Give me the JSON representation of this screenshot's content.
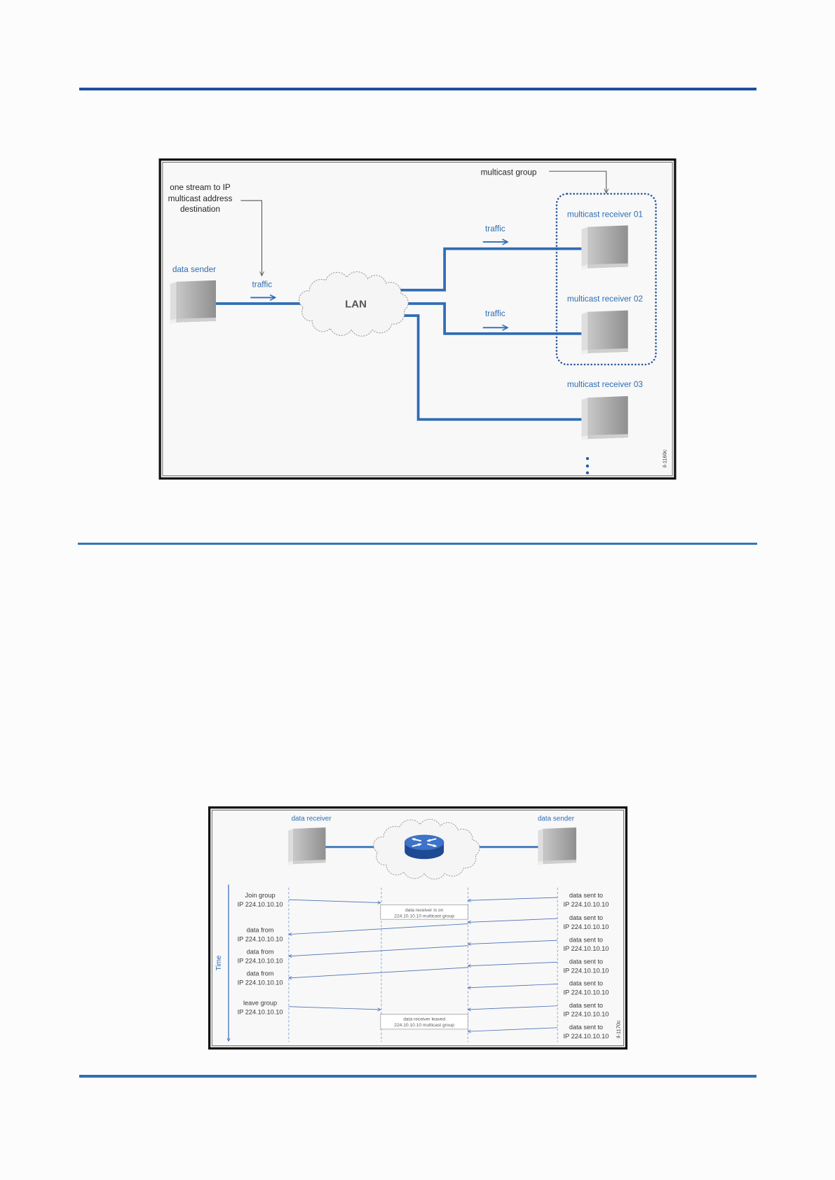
{
  "page": {
    "colors": {
      "rule_dark": "#1e4f9c",
      "rule": "#2f6fb5",
      "accent_text": "#2e6db4",
      "link": "#2f6db6",
      "router": "#3d73c9"
    },
    "icons": {
      "node": "server-icon",
      "network": "cloud-icon",
      "switching_device": "router-icon",
      "time_axis": "arrow-down-icon"
    }
  },
  "figure1": {
    "group_label": "multicast group",
    "stream_note": [
      "one stream to IP",
      "multicast address",
      "destination"
    ],
    "sender_label": "data sender",
    "traffic_labels": [
      "traffic",
      "traffic",
      "traffic"
    ],
    "network_label": "LAN",
    "receivers": [
      "multicast receiver 01",
      "multicast receiver 02",
      "multicast receiver 03"
    ],
    "figure_id": "il-1169c"
  },
  "figure2": {
    "receiver_label": "data receiver",
    "sender_label": "data sender",
    "time_label": "Time",
    "receiver_events": [
      {
        "action": "Join group",
        "address": "IP 224.10.10.10"
      },
      {
        "action": "data from",
        "address": "IP 224.10.10.10"
      },
      {
        "action": "data from",
        "address": "IP 224.10.10.10"
      },
      {
        "action": "data from",
        "address": "IP 224.10.10.10"
      },
      {
        "action": "leave group",
        "address": "IP 224.10.10.10"
      }
    ],
    "sender_events": [
      {
        "action": "data sent to",
        "address": "IP 224.10.10.10"
      },
      {
        "action": "data sent to",
        "address": "IP 224.10.10.10"
      },
      {
        "action": "data sent to",
        "address": "IP 224.10.10.10"
      },
      {
        "action": "data sent to",
        "address": "IP 224.10.10.10"
      },
      {
        "action": "data sent to",
        "address": "IP 224.10.10.10"
      },
      {
        "action": "data sent to",
        "address": "IP 224.10.10.10"
      },
      {
        "action": "data sent to",
        "address": "IP 224.10.10.10"
      }
    ],
    "router_notes": [
      {
        "line1": "data receiver is on",
        "line2": "224.10.10.10 multicast group"
      },
      {
        "line1": "data receiver leaved",
        "line2": "224.10.10.10 multicast group"
      }
    ],
    "figure_id": "il-1170c"
  }
}
